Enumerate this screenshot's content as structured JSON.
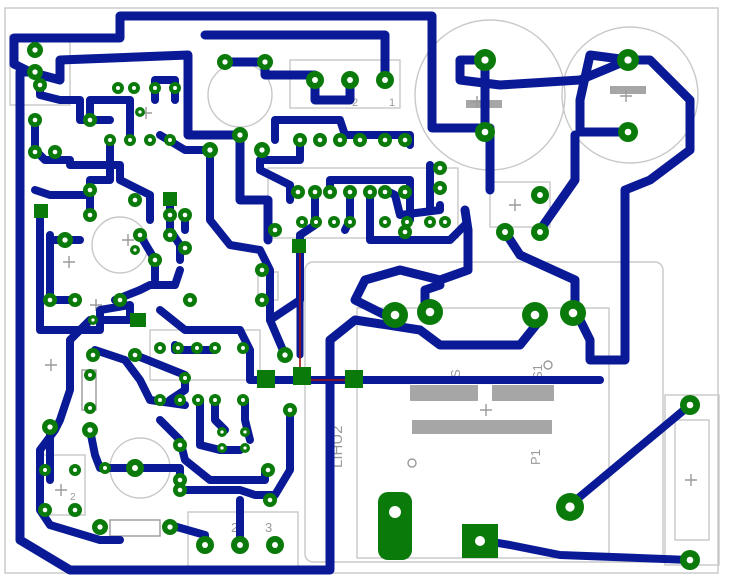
{
  "board": {
    "colors": {
      "background": "#ffffff",
      "trace": "#0a1a96",
      "pad": "#0a7a0a",
      "silkscreen": "#c8c8c8",
      "silkscreen_text": "#9a9a9a",
      "jumper": "#a01010"
    },
    "labels": {
      "pin_1": "1",
      "pin_2": "2",
      "pin_3": "3",
      "connector_2": "2",
      "connector_3": "3",
      "transformer_model": "LIHU2",
      "winding_s": "S",
      "winding_s1": "S1",
      "winding_p1": "P1",
      "small_2": "2"
    }
  }
}
